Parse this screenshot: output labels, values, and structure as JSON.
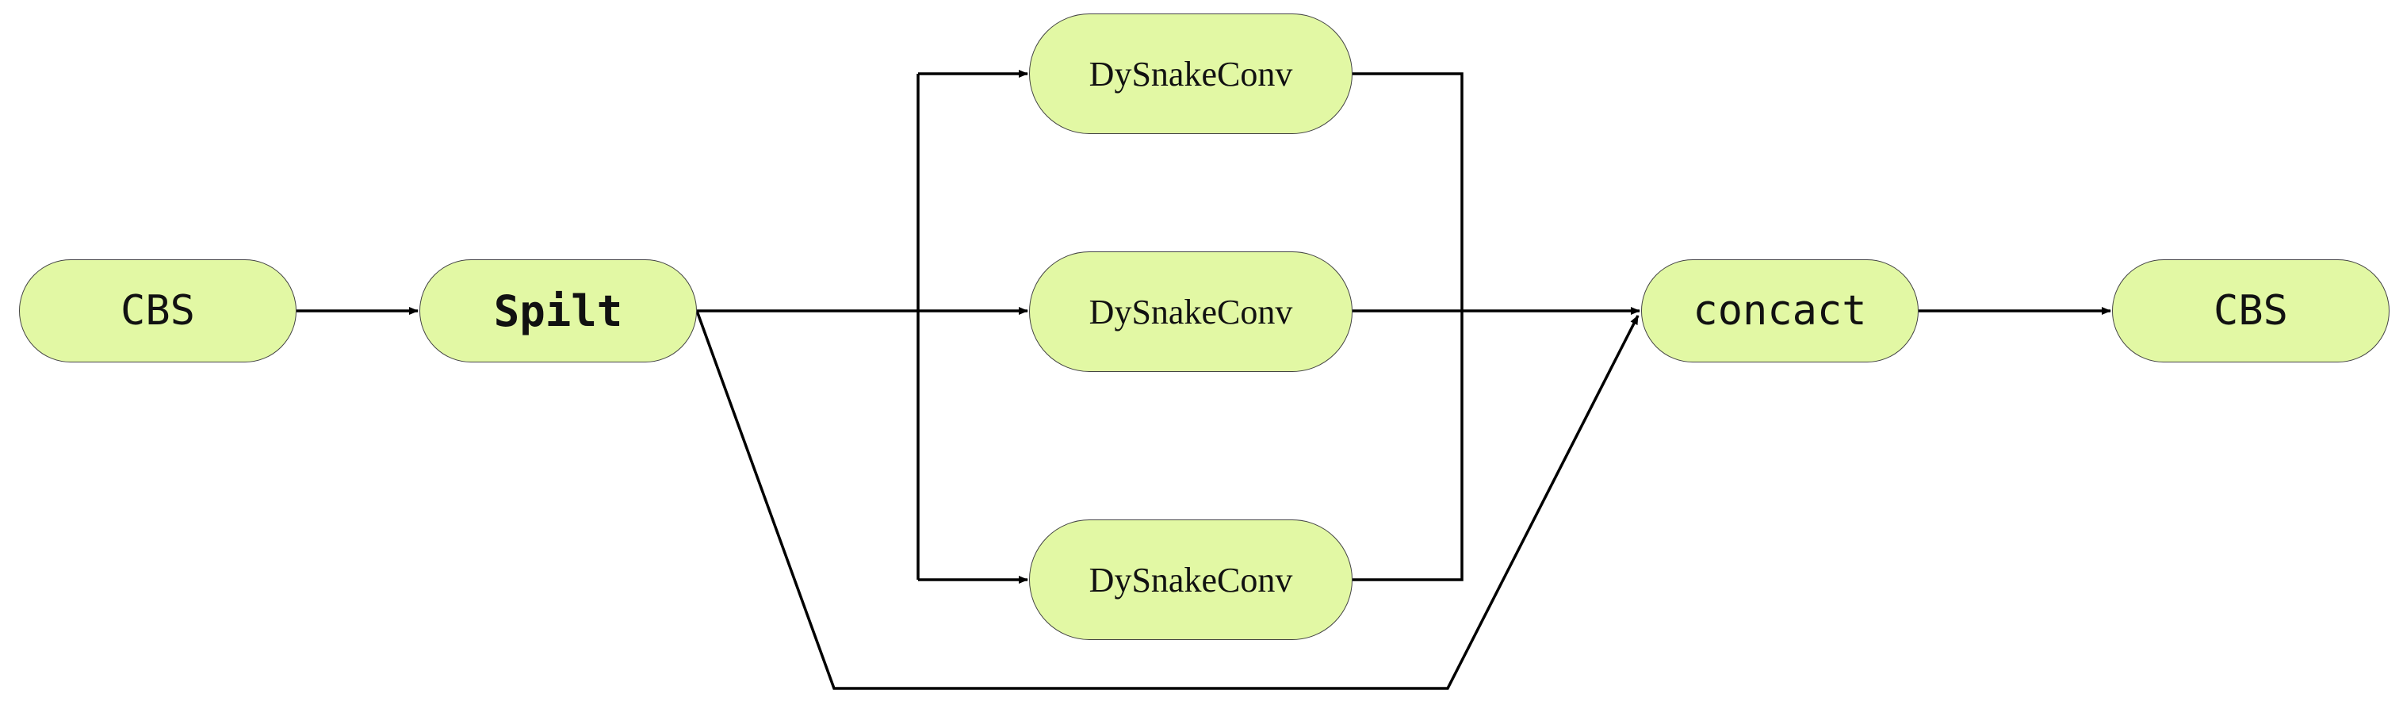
{
  "nodes": {
    "cbs_in": "CBS",
    "split": "Spilt",
    "dysnake_top": "DySnakeConv",
    "dysnake_mid": "DySnakeConv",
    "dysnake_bot": "DySnakeConv",
    "concat": "concact",
    "cbs_out": "CBS"
  },
  "colors": {
    "node_fill": "#e2f8a4",
    "node_border": "#444444",
    "edge": "#000000"
  }
}
